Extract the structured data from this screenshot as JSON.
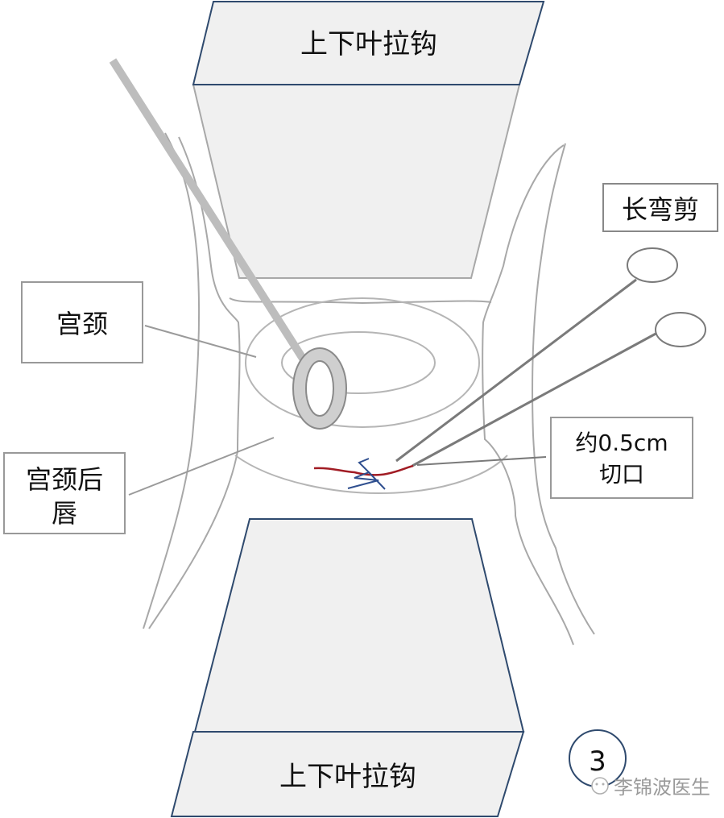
{
  "diagram": {
    "type": "surgical-illustration",
    "labels": {
      "retractor_top": "上下叶拉钩",
      "retractor_bottom": "上下叶拉钩",
      "cervix": "宫颈",
      "posterior_lip_line1": "宫颈后",
      "posterior_lip_line2": "唇",
      "scissors": "长弯剪",
      "incision_line1": "约0.5cm",
      "incision_line2": "切口"
    },
    "step_number": "3",
    "watermark": "李锦波医生",
    "colors": {
      "retractor_fill": "#f0f0f0",
      "retractor_stroke": "#2f4a6e",
      "outline_gray": "#a8a8a8",
      "instrument_gray": "#bdbdbd",
      "scissor_gray": "#7a7a7a",
      "incision_red": "#a11c24",
      "suture_blue": "#2f4f8f"
    }
  }
}
